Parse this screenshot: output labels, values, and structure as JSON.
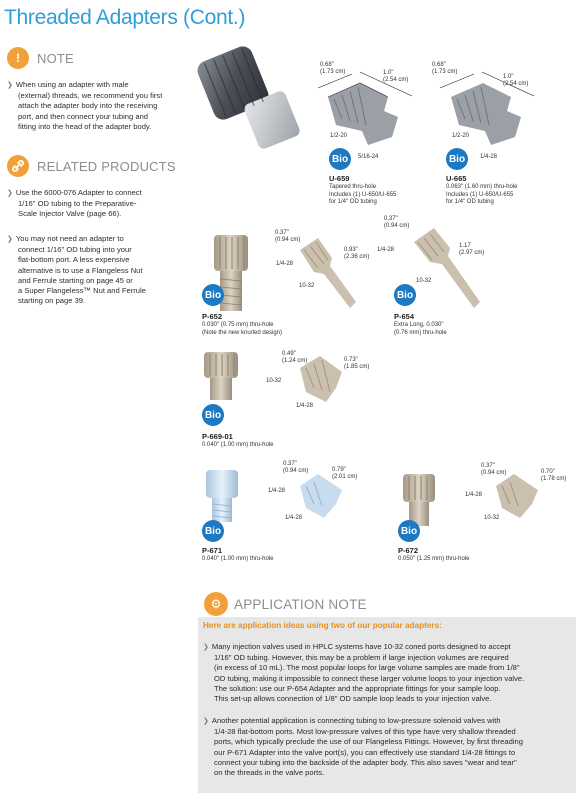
{
  "page_title": "Threaded Adapters (Cont.)",
  "note": {
    "heading": "NOTE",
    "text": [
      "When using an adapter with male",
      "(external) threads, we recommend you first",
      "attach the adapter body into the receiving",
      "port, and then connect your tubing and",
      "fitting into the head of the adapter body."
    ]
  },
  "related": {
    "heading": "RELATED PRODUCTS",
    "item1": [
      "Use the 6000-076 Adapter to connect",
      "1/16\" OD tubing to the Preparative-",
      "Scale Injector Valve (page 66)."
    ],
    "item2": [
      "You may not need an adapter to",
      "connect 1/16\" OD tubing into your",
      "flat-bottom port. A less expensive",
      "alternative is to use a Flangeless Nut",
      "and Ferrule starting on page 45 or",
      "a Super Flangeless™ Nut and Ferrule",
      "starting on page 39."
    ]
  },
  "bio_label": "Bio",
  "products": {
    "u659": {
      "number": "U-659",
      "desc": [
        "Tapered thru-hole",
        "Includes (1) U-650/U-655",
        "for 1/4\" OD tubing"
      ],
      "dims": {
        "a": "0.68\"",
        "a2": "(1.73 cm)",
        "b": "1.0\"",
        "b2": "(2.54 cm)",
        "c": "1/2-20",
        "d": "5/16-24"
      }
    },
    "u665": {
      "number": "U-665",
      "desc": [
        "0.063\" (1.60 mm) thru-hole",
        "Includes (1) U-650/U-655",
        "for 1/4\" OD tubing"
      ],
      "dims": {
        "a": "0.68\"",
        "a2": "(1.73 cm)",
        "b": "1.0\"",
        "b2": "(2.54 cm)",
        "c": "1/2-20",
        "d": "1/4-28"
      }
    },
    "p652": {
      "number": "P-652",
      "desc": [
        "0.030\" (0.75 mm) thru-hole",
        "(Note the new knurled design)"
      ],
      "dims": {
        "a": "0.37\"",
        "a2": "(0.94 cm)",
        "b": "0.93\"",
        "b2": "(2.36 cm)",
        "c": "1/4-28",
        "d": "10-32"
      }
    },
    "p654": {
      "number": "P-654",
      "desc": [
        "Extra Long, 0.030\"",
        "(0.76 mm) thru-hole"
      ],
      "dims": {
        "a": "0.37\"",
        "a2": "(0.94 cm)",
        "b": "1.17",
        "b2": "(2.97 cm)",
        "c": "1/4-28",
        "d": "10-32"
      }
    },
    "p669": {
      "number": "P-669-01",
      "desc": [
        "0.040\" (1.00 mm) thru-hole"
      ],
      "dims": {
        "a": "0.49\"",
        "a2": "(1.24 cm)",
        "b": "0.73\"",
        "b2": "(1.85 cm)",
        "c": "10-32",
        "d": "1/4-28"
      }
    },
    "p671": {
      "number": "P-671",
      "desc": [
        "0.040\" (1.00 mm) thru-hole"
      ],
      "dims": {
        "a": "0.37\"",
        "a2": "(0.94 cm)",
        "b": "0.79\"",
        "b2": "(2.01 cm)",
        "c": "1/4-28",
        "d": "1/4-28"
      }
    },
    "p672": {
      "number": "P-672",
      "desc": [
        "0.050\" (1.25 mm) thru-hole"
      ],
      "dims": {
        "a": "0.37\"",
        "a2": "(0.94 cm)",
        "b": "0.70\"",
        "b2": "(1.78 cm)",
        "c": "1/4-28",
        "d": "10-32"
      }
    }
  },
  "application": {
    "heading": "APPLICATION NOTE",
    "subheading": "Here are application ideas using two of our popular adapters:",
    "p1": [
      "Many injection valves used in HPLC systems have 10-32 coned ports designed to accept",
      "1/16\" OD tubing. However, this may be a problem if large injection volumes are required",
      "(in excess of 10 mL). The most popular loops for large volume samples are made from 1/8\"",
      "OD tubing, making it impossible to connect these larger volume loops to your injection valve.",
      "The solution: use our P-654 Adapter and the appropriate fittings for your sample loop.",
      "This set-up allows connection of 1/8\" OD sample loop leads to your injection valve."
    ],
    "p2": [
      "Another potential application is connecting tubing to low-pressure solenoid valves with",
      "1/4-28 flat-bottom ports. Most low-pressure valves of this type have very shallow threaded",
      "ports, which typically preclude the use of our Flangeless Fittings. However, by first threading",
      "our P-671 Adapter into the valve port(s), you can effectively use standard 1/4-28 fittings to",
      "connect your tubing into the backside of the adapter body. This also saves \"wear and tear\"",
      "on the threads in the valve ports."
    ]
  },
  "colors": {
    "title_blue": "#2f9ed9",
    "accent_orange": "#f2a13a",
    "bio_blue": "#1e79c3",
    "app_band": "#e8e7e7"
  }
}
